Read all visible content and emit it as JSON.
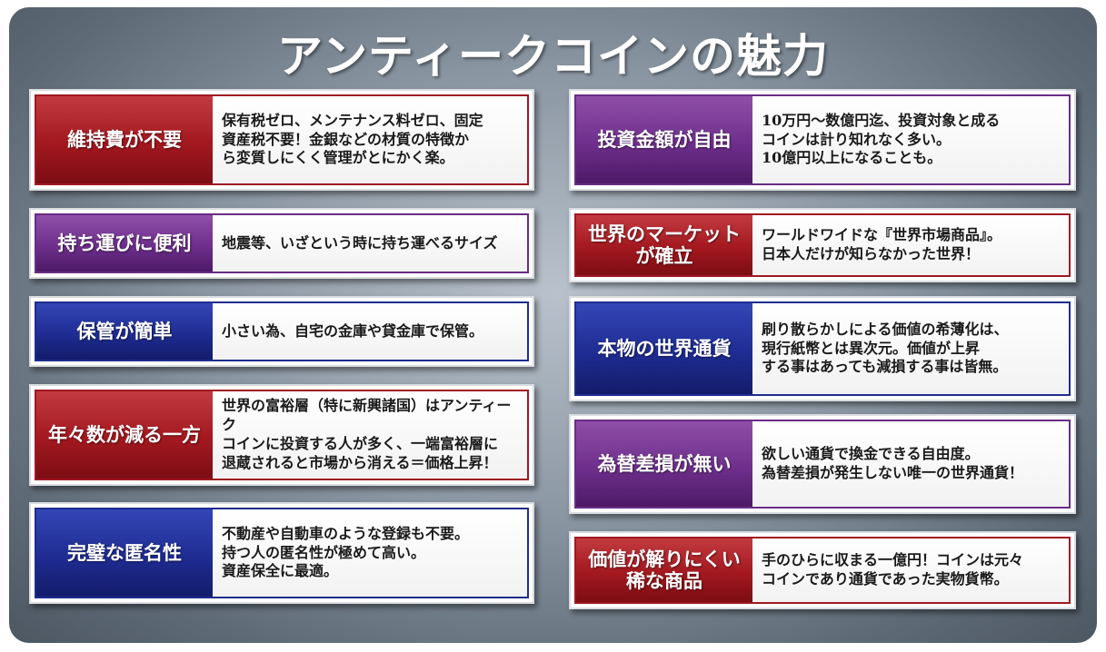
{
  "title": "アンティークコインの魅力",
  "colors": {
    "red": "#a3181f",
    "purple": "#6e2f8c",
    "blue": "#1f2c92"
  },
  "left": [
    {
      "label": "維持費が不要",
      "color": "red",
      "text": "保有税ゼロ、メンテナンス料ゼロ、固定\n資産税不要！金銀などの材質の特徴か\nら変質しにくく管理がとにかく楽。"
    },
    {
      "label": "持ち運びに便利",
      "color": "purple",
      "text": "地震等、いざという時に持ち運べるサイズ"
    },
    {
      "label": "保管が簡単",
      "color": "blue",
      "text": "小さい為、自宅の金庫や貸金庫で保管。"
    },
    {
      "label": "年々数が減る一方",
      "color": "red",
      "text": "世界の富裕層（特に新興諸国）はアンティーク\nコインに投資する人が多く、一端富裕層に\n退蔵されると市場から消える＝価格上昇！"
    },
    {
      "label": "完璧な匿名性",
      "color": "blue",
      "text": "不動産や自動車のような登録も不要。\n持つ人の匿名性が極めて高い。\n資産保全に最適。"
    }
  ],
  "right": [
    {
      "label": "投資金額が自由",
      "color": "purple",
      "text": "10万円〜数億円迄、投資対象と成る\nコインは計り知れなく多い。\n10億円以上になることも。"
    },
    {
      "label": "世界のマーケット\nが確立",
      "color": "red",
      "text": "ワールドワイドな『世界市場商品』。\n日本人だけが知らなかった世界！"
    },
    {
      "label": "本物の世界通貨",
      "color": "blue",
      "text": "刷り散らかしによる価値の希薄化は、\n現行紙幣とは異次元。価値が上昇\nする事はあっても減損する事は皆無。"
    },
    {
      "label": "為替差損が無い",
      "color": "purple",
      "text": "欲しい通貨で換金できる自由度。\n為替差損が発生しない唯一の世界通貨！"
    },
    {
      "label": "価値が解りにくい\n稀な商品",
      "color": "red",
      "text": "手のひらに収まる一億円！コインは元々\nコインであり通貨であった実物貨幣。"
    }
  ]
}
